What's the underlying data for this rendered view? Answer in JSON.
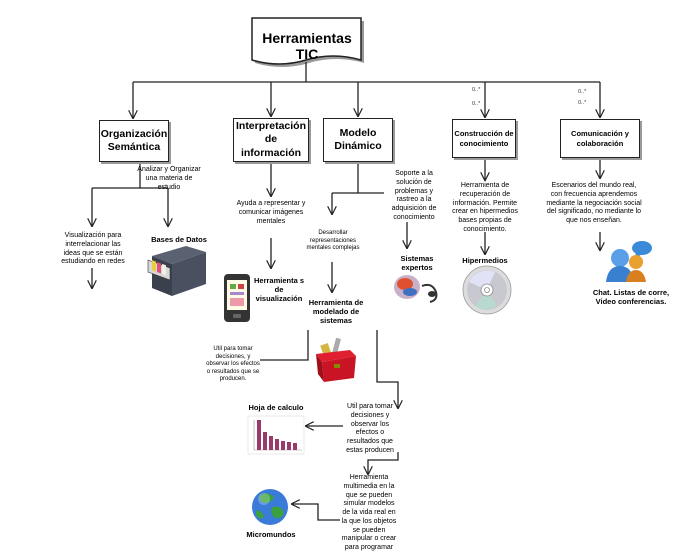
{
  "title": "Herramientas TIC",
  "boxes": {
    "organizacion": "Organización Semántica",
    "interpretacion": "Interpretación de información",
    "modelo": "Modelo Dinámico",
    "construccion": "Construcción de conocimiento",
    "comunicacion": "Comunicación y colaboración"
  },
  "texts": {
    "analizar": "Analizar y Organizar una materia de estudio",
    "visualizacion": "Visualización para interrelacionar las ideas que se están estudiando en redes",
    "ayuda": "Ayuda a representar y comunicar imágenes mentales",
    "soporte": "Soporte a la solución de problemas y rastreo a la adquisición de conocimiento",
    "desarrollar": "Desarrollar representaciones mentales complejas",
    "util1": "Util para tomar decisiones, y observar los efectos o resultados que se producen.",
    "util2": "Util para tomar decisiones y observar los efectos o resultados que estas producen",
    "multimedia": "Herramienta multimedia en la que se pueden simular modelos de la vida real en la que los objetos se pueden manipular o crear para programar",
    "recuperacion": "Herramienta de recuperación de información. Permite crear en hipermedios bases propias de conocimiento.",
    "escenarios": "Escenarios del mundo real, con frecuencia aprendemos mediante la negociación social del significado, no mediante lo que nos enseñan."
  },
  "labels": {
    "bases": "Bases de Datos",
    "herr_vis": "Herramienta s de visualización",
    "herr_mod": "Herramienta de modelado de sistemas",
    "sistemas": "Sistemas expertos",
    "hipermedios": "Hipermedios",
    "hoja": "Hoja de calculo",
    "micromundos": "Micromundos",
    "chat": "Chat. Listas de corre, Video conferencias."
  },
  "multiplicity": "0..*",
  "colors": {
    "line": "#222222",
    "shadow": "#9a9a9a"
  },
  "icons": [
    "file-cabinet-icon",
    "smartphone-icon",
    "toolbox-icon",
    "brain-headset-icon",
    "cd-disc-icon",
    "spreadsheet-chart-icon",
    "globe-icon",
    "chat-users-icon"
  ]
}
